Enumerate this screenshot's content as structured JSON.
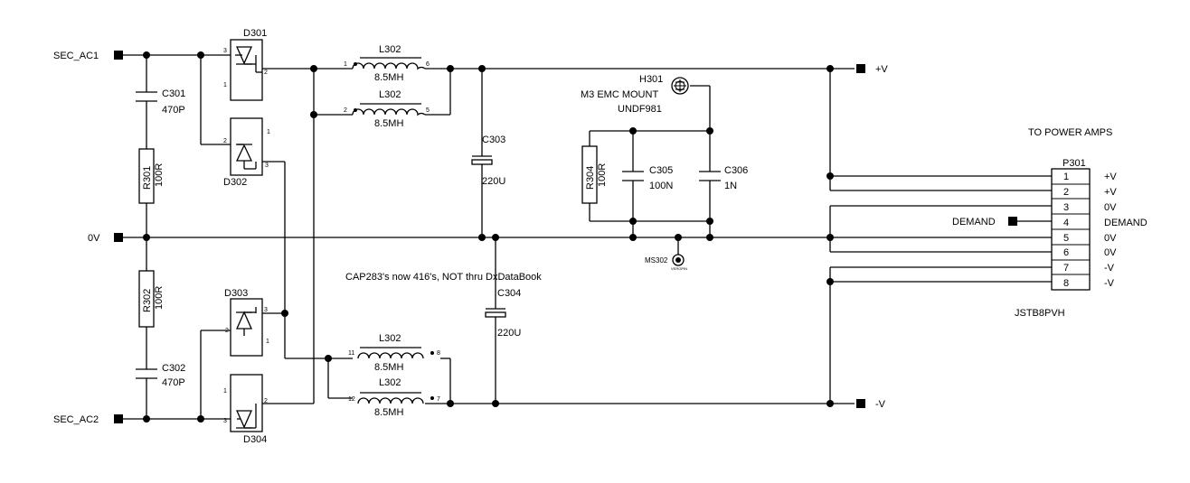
{
  "nets": {
    "sec_ac1": "SEC_AC1",
    "sec_ac2": "SEC_AC2",
    "zero_v": "0V",
    "pos_v": "+V",
    "neg_v": "-V",
    "demand": "DEMAND"
  },
  "components": {
    "d301": "D301",
    "d302": "D302",
    "d303": "D303",
    "d304": "D304",
    "c301": {
      "ref": "C301",
      "value": "470P"
    },
    "c302": {
      "ref": "C302",
      "value": "470P"
    },
    "c303": {
      "ref": "C303",
      "value": "220U"
    },
    "c304": {
      "ref": "C304",
      "value": "220U"
    },
    "c305": {
      "ref": "C305",
      "value": "100N"
    },
    "c306": {
      "ref": "C306",
      "value": "1N"
    },
    "r301": {
      "ref": "R301",
      "value": "100R"
    },
    "r302": {
      "ref": "R302",
      "value": "100R"
    },
    "r304": {
      "ref": "R304",
      "value": "100R"
    },
    "l302": {
      "ref": "L302",
      "value": "8.5MH"
    },
    "h301": {
      "ref": "H301",
      "line1": "M3 EMC MOUNT",
      "line2": "UNDF981"
    },
    "ms302": {
      "ref": "MS302",
      "sub": "VEROPIN"
    },
    "p301": {
      "ref": "P301",
      "part": "JSTB8PVH",
      "title": "TO POWER AMPS"
    }
  },
  "connector_pins": [
    {
      "num": "1",
      "label": "+V"
    },
    {
      "num": "2",
      "label": "+V"
    },
    {
      "num": "3",
      "label": "0V"
    },
    {
      "num": "4",
      "label": "DEMAND"
    },
    {
      "num": "5",
      "label": "0V"
    },
    {
      "num": "6",
      "label": "0V"
    },
    {
      "num": "7",
      "label": "-V"
    },
    {
      "num": "8",
      "label": "-V"
    }
  ],
  "pin_numbers": {
    "d301": [
      "3",
      "1",
      "2"
    ],
    "d302": [
      "2",
      "1",
      "3"
    ],
    "d303": [
      "2",
      "3",
      "1"
    ],
    "d304": [
      "1",
      "3",
      "2"
    ],
    "l302a": [
      "1",
      "6"
    ],
    "l302b": [
      "2",
      "5"
    ],
    "l302c": [
      "11",
      "8"
    ],
    "l302d": [
      "12",
      "7"
    ]
  },
  "note": "CAP283's now 416's, NOT thru DxDataBook"
}
